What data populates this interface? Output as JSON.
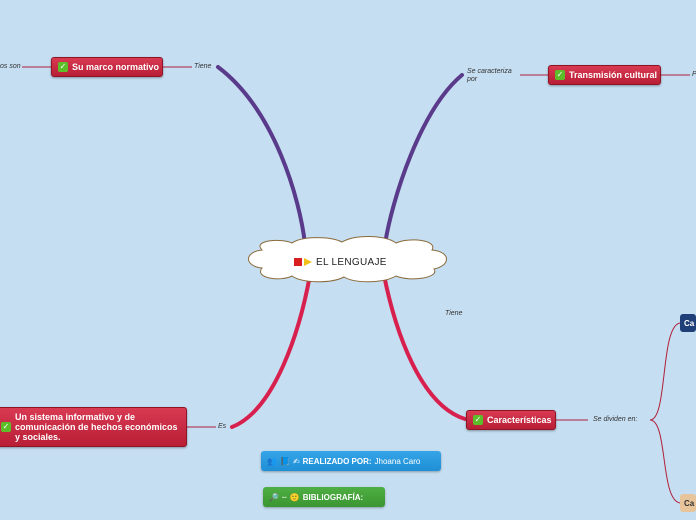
{
  "center": {
    "title": "EL LENGUAJE"
  },
  "nodes": {
    "marco": "Su marco normativo",
    "transmision": "Transmisión cultural",
    "sistema": "Un sistema informativo y de comunicación de hechos económicos y sociales.",
    "caracteristicas": "Características"
  },
  "labels": {
    "tiene_left": "Tiene",
    "estos_son": "os son",
    "se_caracteriza": "Se caracteriza por",
    "p_right": "P",
    "tiene_mid": "Tiene",
    "es": "Es",
    "se_dividen": "Se dividen en:"
  },
  "right_edge": {
    "top": "Ca",
    "bottom": "Ca"
  },
  "credits": {
    "realizado_label": "REALIZADO POR:",
    "realizado_name": "Jhoana Caro",
    "bibliografia": "BIBLIOGRAFÍA:"
  },
  "colors": {
    "background": "#c5def1",
    "node_red": "#c8283f",
    "branch_purple": "#5a3a8a",
    "branch_pink": "#d8204f",
    "connector": "#b0203a",
    "right_top_node": "#1f3f78",
    "right_bottom_node": "#e8c49a"
  }
}
